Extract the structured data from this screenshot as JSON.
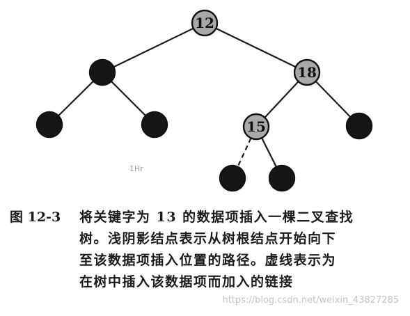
{
  "tree": {
    "nodes": [
      {
        "id": "n12",
        "label": "12",
        "shade": "gray"
      },
      {
        "id": "nL",
        "label": "",
        "shade": "black"
      },
      {
        "id": "n18",
        "label": "18",
        "shade": "gray"
      },
      {
        "id": "nLL",
        "label": "",
        "shade": "black"
      },
      {
        "id": "nLR",
        "label": "",
        "shade": "black"
      },
      {
        "id": "n15",
        "label": "15",
        "shade": "gray"
      },
      {
        "id": "n18R",
        "label": "",
        "shade": "black"
      },
      {
        "id": "n15L",
        "label": "",
        "shade": "black"
      },
      {
        "id": "n15R",
        "label": "",
        "shade": "black"
      }
    ],
    "edges": [
      {
        "from": "n12",
        "to": "nL",
        "style": "solid"
      },
      {
        "from": "n12",
        "to": "n18",
        "style": "solid"
      },
      {
        "from": "nL",
        "to": "nLL",
        "style": "solid"
      },
      {
        "from": "nL",
        "to": "nLR",
        "style": "solid"
      },
      {
        "from": "n18",
        "to": "n15",
        "style": "solid"
      },
      {
        "from": "n18",
        "to": "n18R",
        "style": "solid"
      },
      {
        "from": "n15",
        "to": "n15L",
        "style": "dashed"
      },
      {
        "from": "n15",
        "to": "n15R",
        "style": "solid"
      }
    ],
    "colors": {
      "gray": "#a9a9a9",
      "black": "#161616"
    },
    "stray_mark": "1Hr"
  },
  "caption": {
    "figure_number": "图 12-3",
    "lines": [
      "将关键字为 13 的数据项插入一棵二叉查找",
      "树。浅阴影结点表示从树根结点开始向下",
      "至该数据项插入位置的路径。虚线表示为",
      "在树中插入该数据项而加入的链接"
    ]
  },
  "watermark": "https://blog.csdn.net/weixin_43827285"
}
